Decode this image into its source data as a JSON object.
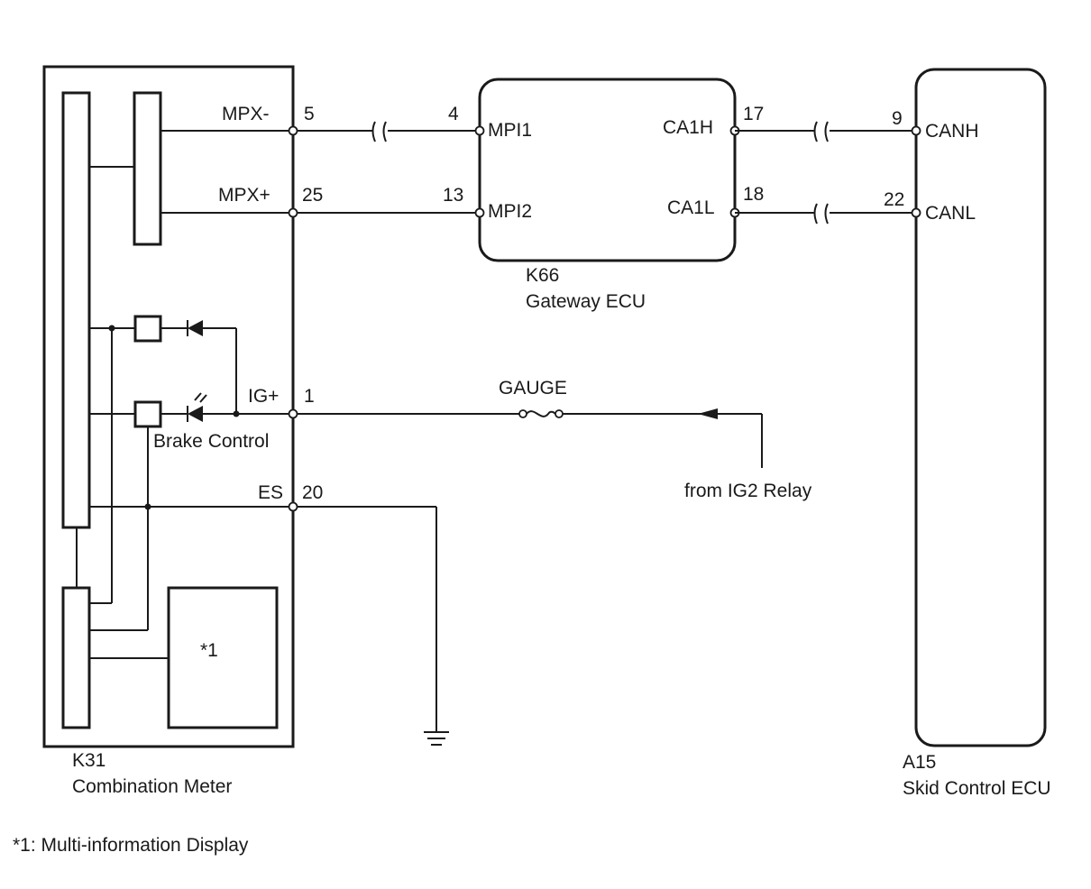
{
  "components": {
    "combination_meter": {
      "code": "K31",
      "name": "Combination Meter"
    },
    "gateway_ecu": {
      "code": "K66",
      "name": "Gateway ECU"
    },
    "skid_control_ecu": {
      "code": "A15",
      "name": "Skid Control ECU"
    },
    "brake_control_label": "Brake Control",
    "display_marker": "*1"
  },
  "meter_terminals": {
    "mpx_minus": {
      "name": "MPX-",
      "pin": "5"
    },
    "mpx_plus": {
      "name": "MPX+",
      "pin": "25"
    },
    "ig_plus": {
      "name": "IG+",
      "pin": "1"
    },
    "es": {
      "name": "ES",
      "pin": "20"
    }
  },
  "gateway_terminals": {
    "mpi1": {
      "name": "MPI1",
      "pin": "4"
    },
    "mpi2": {
      "name": "MPI2",
      "pin": "13"
    },
    "ca1h": {
      "name": "CA1H",
      "pin": "17"
    },
    "ca1l": {
      "name": "CA1L",
      "pin": "18"
    }
  },
  "skid_terminals": {
    "canh": {
      "name": "CANH",
      "pin": "9"
    },
    "canl": {
      "name": "CANL",
      "pin": "22"
    }
  },
  "fuse_label": "GAUGE",
  "power_source": "from IG2 Relay",
  "footnote": "*1: Multi-information Display"
}
